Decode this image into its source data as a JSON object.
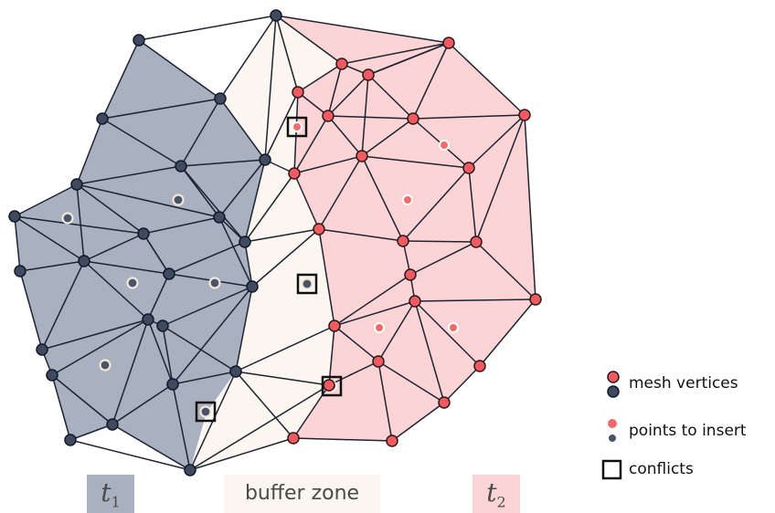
{
  "colors": {
    "t1_fill": "#a9b0bf",
    "buffer_fill": "#fbf6ef",
    "t2_fill": "#fcd4d6",
    "edge": "#1d2333",
    "dark_vertex": "#3f4a60",
    "red_vertex": "#f05a60",
    "insert_red": "#f26b6b",
    "insert_dark": "#4a5468"
  },
  "labels": {
    "t1_main": "t",
    "t1_sub": "1",
    "buffer": "buffer zone",
    "t2_main": "t",
    "t2_sub": "2"
  },
  "legend": {
    "mesh_vertices": "mesh vertices",
    "points_to_insert": "points to insert",
    "conflicts": "conflicts"
  }
}
